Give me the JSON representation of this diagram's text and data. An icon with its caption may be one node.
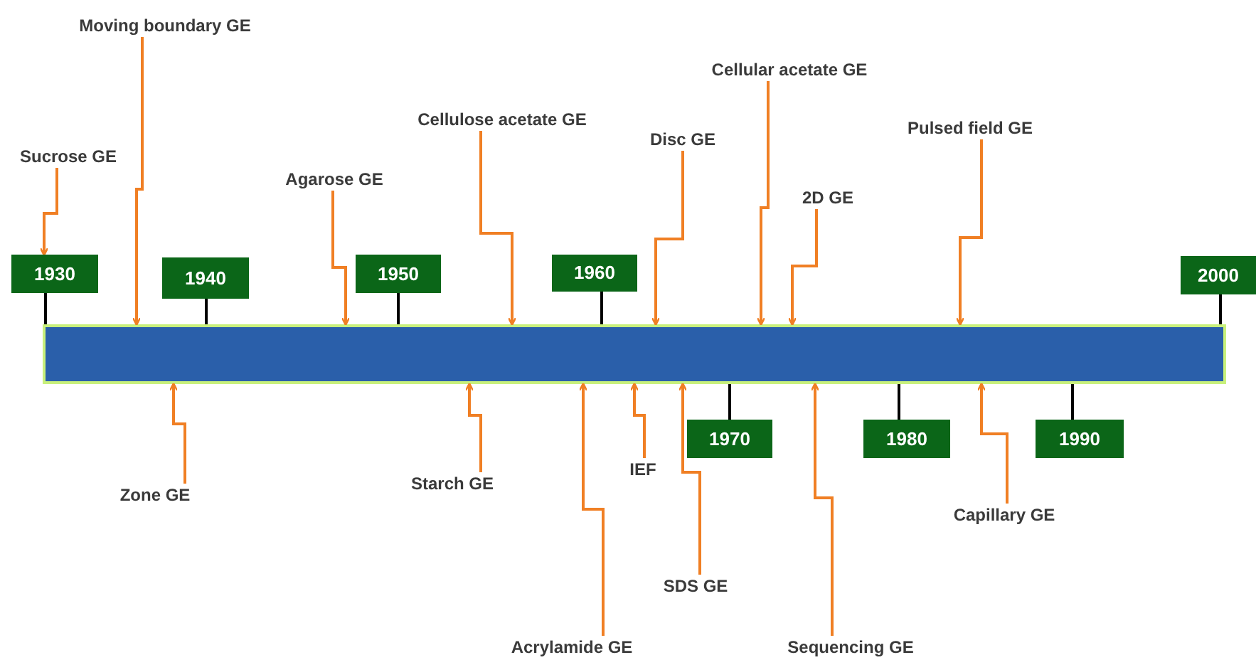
{
  "diagram": {
    "nodes": [
      {
        "text": [],
        "shape": "bar"
      },
      {
        "text": [
          "1930"
        ]
      },
      {
        "text": [
          "1940"
        ]
      },
      {
        "text": [
          "1950"
        ]
      },
      {
        "text": [
          "1960"
        ]
      },
      {
        "text": [
          "1970"
        ]
      },
      {
        "text": [
          "1980"
        ]
      },
      {
        "text": [
          "1990"
        ]
      },
      {
        "text": [
          "2000"
        ]
      },
      {
        "text": [
          "Sucrose GE"
        ]
      },
      {
        "text": [
          "Moving boundary GE"
        ]
      },
      {
        "text": [
          "Agarose GE"
        ]
      },
      {
        "text": [
          "Cellulose acetate GE"
        ]
      },
      {
        "text": [
          "Disc GE"
        ]
      },
      {
        "text": [
          "Cellular acetate GE"
        ]
      },
      {
        "text": [
          "2D GE"
        ]
      },
      {
        "text": [
          "Pulsed field GE"
        ]
      },
      {
        "text": [
          "Zone GE"
        ]
      },
      {
        "text": [
          "Starch GE"
        ]
      },
      {
        "text": [
          "Acrylamide GE"
        ]
      },
      {
        "text": [
          "IEF"
        ]
      },
      {
        "text": [
          "SDS GE"
        ]
      },
      {
        "text": [
          "Sequencing GE"
        ]
      },
      {
        "text": [
          "Capillary GE"
        ]
      }
    ],
    "edges": [
      {
        "from": 9,
        "to": 1,
        "arrow": "to"
      },
      {
        "from": 10,
        "to": 0,
        "arrow": "to"
      },
      {
        "from": 11,
        "to": 0,
        "arrow": "to"
      },
      {
        "from": 12,
        "to": 0,
        "arrow": "to"
      },
      {
        "from": 13,
        "to": 0,
        "arrow": "to"
      },
      {
        "from": 14,
        "to": 0,
        "arrow": "to"
      },
      {
        "from": 15,
        "to": 0,
        "arrow": "to"
      },
      {
        "from": 16,
        "to": 0,
        "arrow": "to"
      },
      {
        "from": 17,
        "to": 0,
        "arrow": "to"
      },
      {
        "from": 18,
        "to": 0,
        "arrow": "to"
      },
      {
        "from": 19,
        "to": 0,
        "arrow": "to"
      },
      {
        "from": 20,
        "to": 0,
        "arrow": "to"
      },
      {
        "from": 21,
        "to": 0,
        "arrow": "to"
      },
      {
        "from": 22,
        "to": 0,
        "arrow": "to"
      },
      {
        "from": 23,
        "to": 0,
        "arrow": "to"
      },
      {
        "from": 1,
        "to": 0,
        "arrow": "none",
        "color": "#000000"
      },
      {
        "from": 2,
        "to": 0,
        "arrow": "none",
        "color": "#000000"
      },
      {
        "from": 3,
        "to": 0,
        "arrow": "none",
        "color": "#000000"
      },
      {
        "from": 4,
        "to": 0,
        "arrow": "none",
        "color": "#000000"
      },
      {
        "from": 5,
        "to": 0,
        "arrow": "none",
        "color": "#000000"
      },
      {
        "from": 6,
        "to": 0,
        "arrow": "none",
        "color": "#000000"
      },
      {
        "from": 7,
        "to": 0,
        "arrow": "none",
        "color": "#000000"
      },
      {
        "from": 8,
        "to": 0,
        "arrow": "none",
        "color": "#000000"
      }
    ]
  }
}
